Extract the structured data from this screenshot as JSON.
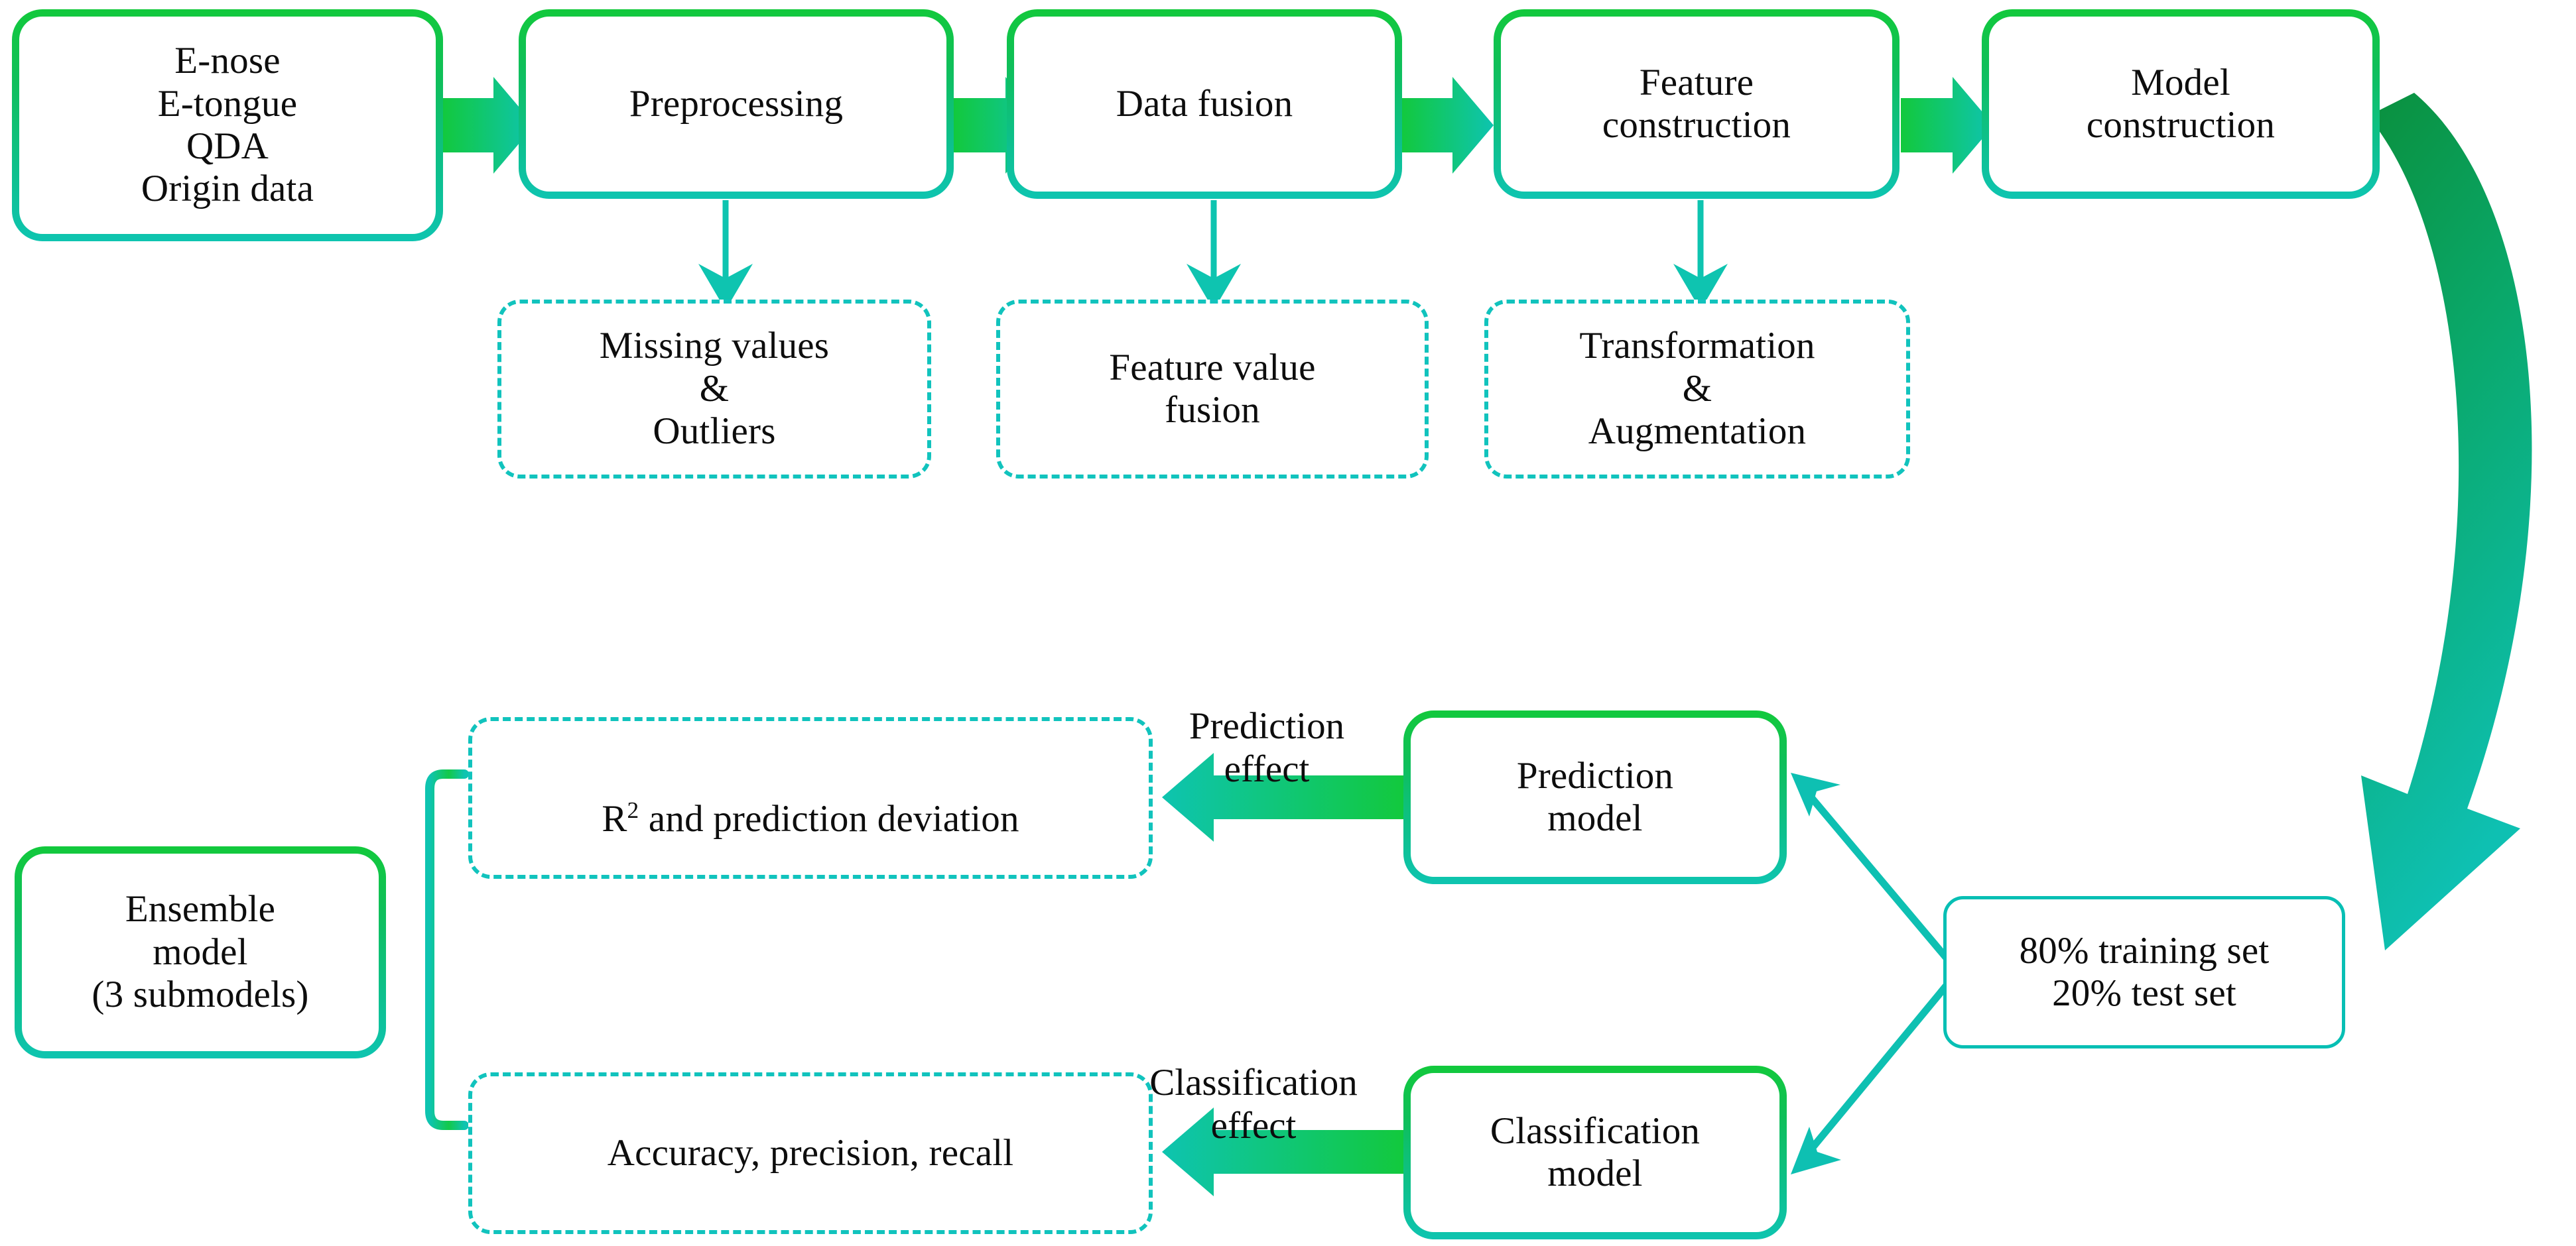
{
  "diagram": {
    "title": "Machine learning modeling workflow for E-nose / E-tongue data",
    "colors": {
      "green": "#12c93c",
      "teal": "#0ec4b0",
      "cyan": "#07bfb4",
      "dark_green": "#0a8f3c",
      "text": "#0d0d0d",
      "background": "#ffffff"
    },
    "pipeline": [
      {
        "id": "origin-data",
        "label": "E-nose\nE-tongue\nQDA\nOrigin data",
        "style": "solid"
      },
      {
        "id": "preprocessing",
        "label": "Preprocessing",
        "style": "solid"
      },
      {
        "id": "data-fusion",
        "label": "Data fusion",
        "style": "solid"
      },
      {
        "id": "feature-construction",
        "label": "Feature\nconstruction",
        "style": "solid"
      },
      {
        "id": "model-construction",
        "label": "Model\nconstruction",
        "style": "solid"
      }
    ],
    "details": [
      {
        "id": "missing-outliers",
        "label": "Missing values\n&\nOutliers",
        "style": "dashed",
        "parent": "preprocessing"
      },
      {
        "id": "feature-value-fusion",
        "label": "Feature value\nfusion",
        "style": "dashed",
        "parent": "data-fusion"
      },
      {
        "id": "transformation-augmentation",
        "label": "Transformation\n&\nAugmentation",
        "style": "dashed",
        "parent": "feature-construction"
      }
    ],
    "lower": {
      "split_box": {
        "id": "data-split",
        "label": "80% training set\n20% test set",
        "style": "thin"
      },
      "prediction_model": {
        "id": "prediction-model",
        "label": "Prediction\nmodel",
        "style": "solid"
      },
      "classification_model": {
        "id": "classification-model",
        "label": "Classification\nmodel",
        "style": "solid"
      },
      "prediction_metrics": {
        "id": "prediction-metrics",
        "label_prefix": "R",
        "label_sup": "2",
        "label_suffix": " and prediction deviation",
        "style": "dashed"
      },
      "classification_metrics": {
        "id": "classification-metrics",
        "label": "Accuracy, precision, recall",
        "style": "dashed"
      },
      "ensemble_model": {
        "id": "ensemble-model",
        "label": "Ensemble\nmodel\n(3 submodels)",
        "style": "solid"
      }
    },
    "edge_labels": [
      {
        "id": "prediction-effect",
        "label": "Prediction\neffect"
      },
      {
        "id": "classification-effect",
        "label": "Classification\neffect"
      }
    ]
  }
}
